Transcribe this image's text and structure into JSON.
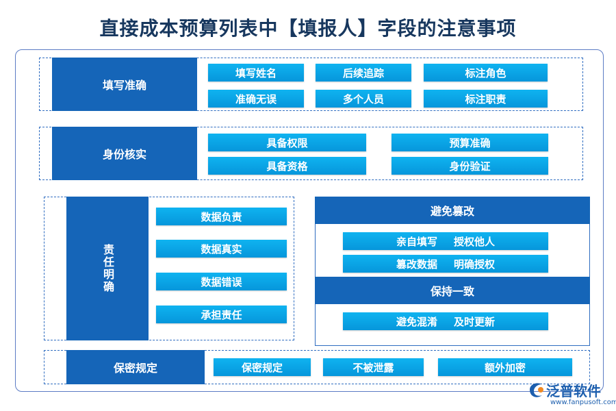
{
  "title": "直接成本预算列表中【填报人】字段的注意事项",
  "sections": {
    "accuracy": {
      "label": "填写准确",
      "items": [
        "填写姓名",
        "后续追踪",
        "标注角色",
        "准确无误",
        "多个人员",
        "标注职责"
      ]
    },
    "identity": {
      "label": "身份核实",
      "items": [
        "具备权限",
        "预算准确",
        "具备资格",
        "身份验证"
      ]
    },
    "responsibility": {
      "label": "责任明确",
      "items": [
        "数据负责",
        "数据真实",
        "数据错误",
        "承担责任"
      ]
    },
    "avoid_tamper": {
      "label": "避免篡改",
      "rows": [
        [
          "亲自填写",
          "授权他人"
        ],
        [
          "篡改数据",
          "明确授权"
        ]
      ]
    },
    "consistency": {
      "label": "保持一致",
      "rows": [
        [
          "避免混淆",
          "及时更新"
        ]
      ]
    },
    "confidentiality": {
      "label": "保密规定",
      "items": [
        "保密规定",
        "不被泄露",
        "额外加密"
      ]
    }
  },
  "logo": {
    "name": "泛普软件",
    "url": "www.fanpusoft.com"
  },
  "colors": {
    "dark_blue": "#1565b8",
    "chip_blue": "#0aa6e8",
    "title": "#17375e"
  }
}
